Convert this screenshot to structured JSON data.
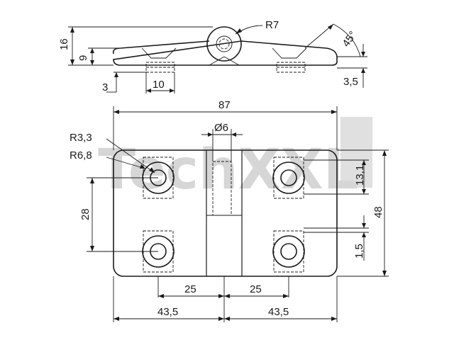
{
  "watermark": "TechXXL",
  "side_view": {
    "dim_height_total": "16",
    "dim_height_mid": "9",
    "dim_offset_left": "3",
    "dim_width_countersink": "10",
    "dim_radius_knuckle": "R7",
    "dim_angle": "45°",
    "dim_offset_right": "3,5"
  },
  "top_view": {
    "dim_total_width": "87",
    "dim_pin_diameter": "Ø6",
    "dim_hole_radius_small": "R3,3",
    "dim_hole_radius_large": "R6,8",
    "dim_hole_spacing_vertical": "28",
    "dim_total_height": "48",
    "dim_nut_height": "13,1",
    "dim_nut_offset": "1,5",
    "dim_hole_to_center_left": "25",
    "dim_hole_to_center_right": "25",
    "dim_half_width_left": "43,5",
    "dim_half_width_right": "43,5"
  }
}
